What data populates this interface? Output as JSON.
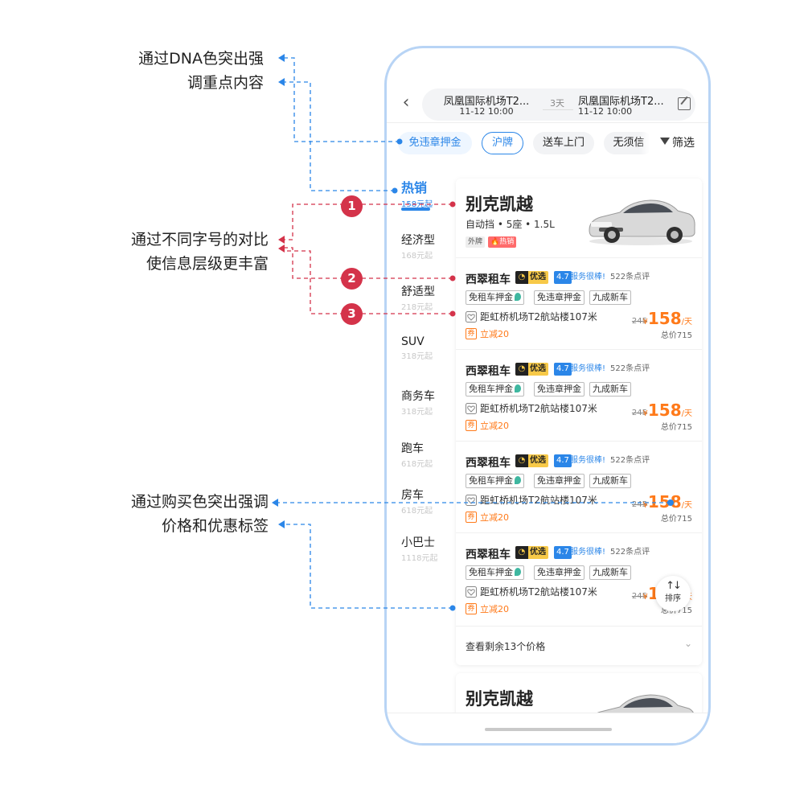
{
  "annotations": {
    "dna": {
      "line1": "通过DNA色突出强",
      "line2": "调重点内容"
    },
    "font_sizes": {
      "line1": "通过不同字号的对比",
      "line2": "使信息层级更丰富"
    },
    "price": {
      "line1": "通过购买色突出强调",
      "line2": "价格和优惠标签"
    },
    "badges": [
      "1",
      "2",
      "3"
    ]
  },
  "topbar": {
    "back_icon": "chevron-left",
    "from": "凤凰国际机场T2...",
    "from_time": "11-12 10:00",
    "days": "3天",
    "to": "凤凰国际机场T2...",
    "to_time": "11-12 10:00",
    "edit_icon": "edit"
  },
  "filters": {
    "chips": [
      "免违章押金",
      "沪牌",
      "送车上门",
      "无须信"
    ],
    "filter_label": "筛选"
  },
  "categories": [
    {
      "name": "热销",
      "price": "158元起",
      "active": true
    },
    {
      "name": "经济型",
      "price": "168元起"
    },
    {
      "name": "舒适型",
      "price": "218元起"
    },
    {
      "name": "SUV",
      "price": "318元起"
    },
    {
      "name": "商务车",
      "price": "318元起"
    },
    {
      "name": "跑车",
      "price": "618元起"
    },
    {
      "name": "房车",
      "price": "618元起"
    },
    {
      "name": "小巴士",
      "price": "1118元起"
    }
  ],
  "car": {
    "name": "别克凯越",
    "spec": "自动挡 • 5座 • 1.5L",
    "tag_plate": "外牌",
    "tag_hot": "热销"
  },
  "vendors": [
    {
      "name": "西翠租车",
      "badge": "优选",
      "score": "4.7",
      "score_text": "服务很棒!",
      "reviews": "522条点评",
      "features": [
        "免租车押金",
        "免违章押金",
        "九成新车"
      ],
      "location": "距虹桥机场T2航站楼107米",
      "coupon_tag": "券",
      "coupon": "立减20",
      "old_price": "245",
      "currency": "¥",
      "price": "158",
      "unit": "/天",
      "total": "总价715"
    },
    {
      "name": "西翠租车",
      "badge": "优选",
      "score": "4.7",
      "score_text": "服务很棒!",
      "reviews": "522条点评",
      "features": [
        "免租车押金",
        "免违章押金",
        "九成新车"
      ],
      "location": "距虹桥机场T2航站楼107米",
      "coupon_tag": "券",
      "coupon": "立减20",
      "old_price": "245",
      "currency": "¥",
      "price": "158",
      "unit": "/天",
      "total": "总价715"
    },
    {
      "name": "西翠租车",
      "badge": "优选",
      "score": "4.7",
      "score_text": "服务很棒!",
      "reviews": "522条点评",
      "features": [
        "免租车押金",
        "免违章押金",
        "九成新车"
      ],
      "location": "距虹桥机场T2航站楼107米",
      "coupon_tag": "券",
      "coupon": "立减20",
      "old_price": "245",
      "currency": "¥",
      "price": "158",
      "unit": "/天",
      "total": "总价715"
    },
    {
      "name": "西翠租车",
      "badge": "优选",
      "score": "4.7",
      "score_text": "服务很棒!",
      "reviews": "522条点评",
      "features": [
        "免租车押金",
        "免违章押金",
        "九成新车"
      ],
      "location": "距虹桥机场T2航站楼107米",
      "coupon_tag": "券",
      "coupon": "立减20",
      "old_price": "245",
      "currency": "¥",
      "price": "158",
      "unit": "/天",
      "total": "总价715"
    }
  ],
  "more_prices": "查看剩余13个价格",
  "sort": {
    "label": "排序",
    "icon": "↑↓"
  },
  "colors": {
    "dna_blue": "#2b86e8",
    "price_orange": "#ff7a1a",
    "annotation_red": "#d4334a",
    "phone_border": "#b8d4f5"
  }
}
